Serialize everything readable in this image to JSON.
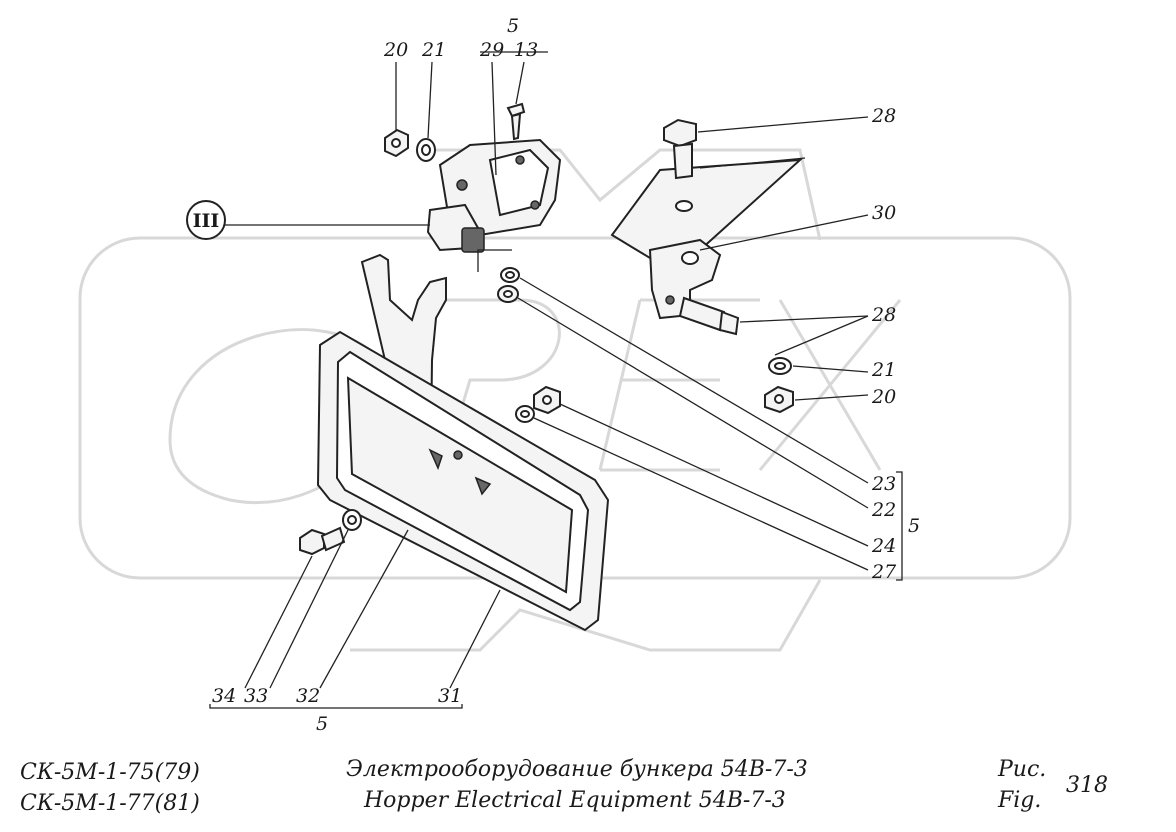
{
  "callouts": {
    "c20a": "20",
    "c21a": "21",
    "c5top": "5",
    "c29": "29",
    "c13": "13",
    "c28a": "28",
    "c30": "30",
    "c28b": "28",
    "c21b": "21",
    "c20b": "20",
    "c23": "23",
    "c22": "22",
    "c24": "24",
    "c27": "27",
    "c5right": "5",
    "c34": "34",
    "c33": "33",
    "c32": "32",
    "c31": "31",
    "c5bottom": "5",
    "section": "III"
  },
  "caption": {
    "model_line1": "СК-5М-1-75(79)",
    "model_line2": "СК-5М-1-77(81)",
    "title_ru": "Электрооборудование бункера 54В-7-3",
    "title_en": "Hopper Electrical Equipment 54В-7-3",
    "fig_ru": "Рис.",
    "fig_en": "Fig.",
    "fig_number": "318"
  }
}
